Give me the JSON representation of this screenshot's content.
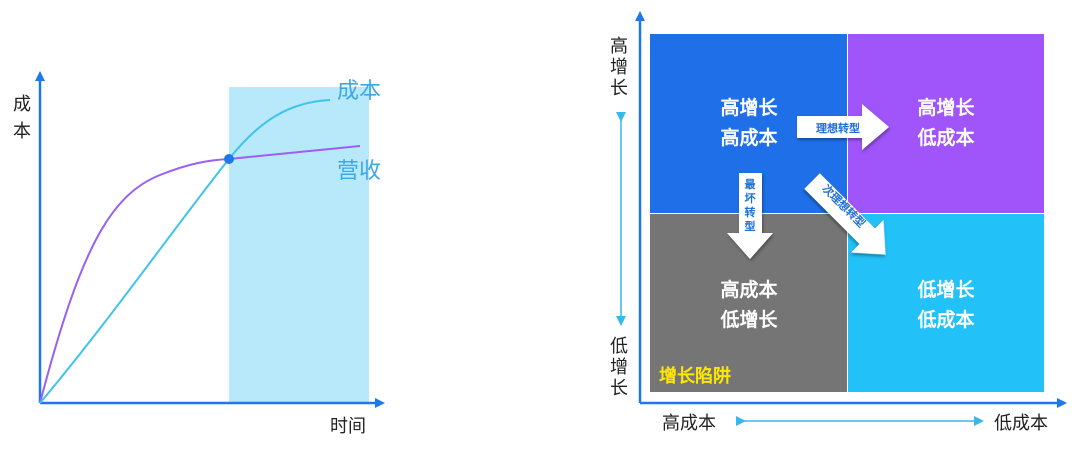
{
  "colors": {
    "axis": "#1f78e8",
    "cost_line": "#3ec3ea",
    "revenue_line": "#9b5ff2",
    "highlight": "#b8e9fb",
    "q_top_left": "#1f6fe8",
    "q_top_right": "#9f55f9",
    "q_bottom_left": "#757575",
    "q_bottom_right": "#22c1f7",
    "trap_text": "#ffe800",
    "range_arrow": "#36b8ee"
  },
  "left_chart": {
    "y_axis_label": "成本",
    "x_axis_label": "时间",
    "cost_label": "成本",
    "revenue_label": "营收"
  },
  "matrix": {
    "y_axis_top": [
      "高",
      "增",
      "长"
    ],
    "y_axis_bottom": [
      "低",
      "增",
      "长"
    ],
    "x_axis_left": "高成本",
    "x_axis_right": "低成本",
    "quadrants": {
      "top_left": [
        "高增长",
        "高成本"
      ],
      "top_right": [
        "高增长",
        "低成本"
      ],
      "bottom_left": [
        "高成本",
        "低增长"
      ],
      "bottom_right": [
        "低增长",
        "低成本"
      ]
    },
    "trap_label": "增长陷阱",
    "arrows": {
      "ideal": "理想转型",
      "worst": [
        "最",
        "坏",
        "转",
        "型"
      ],
      "second": "次理想转型"
    }
  }
}
